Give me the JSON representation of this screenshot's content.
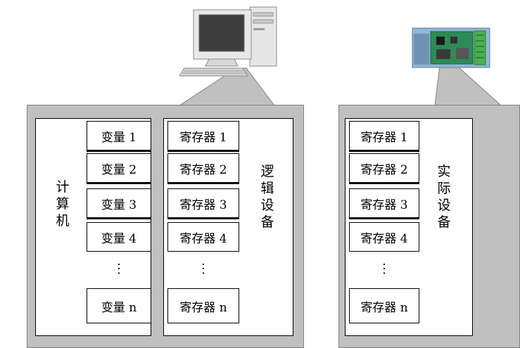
{
  "left": {
    "computer_label": [
      "计",
      "算",
      "机"
    ],
    "variables": [
      "变量 1",
      "变量 2",
      "变量 3",
      "变量 4"
    ],
    "variables_last": "变量 n",
    "registers": [
      "寄存器 1",
      "寄存器 2",
      "寄存器 3",
      "寄存器 4"
    ],
    "registers_last": "寄存器 n",
    "logic_device_label": [
      "逻",
      "辑",
      "设",
      "备"
    ]
  },
  "right": {
    "registers": [
      "寄存器 1",
      "寄存器 2",
      "寄存器 3",
      "寄存器 4"
    ],
    "registers_last": "寄存器 n",
    "real_device_label": [
      "实",
      "际",
      "设",
      "备"
    ]
  },
  "ellipsis": "⋮",
  "colors": {
    "panel": "#c0c0c0",
    "box": "#ffffff",
    "outline": "#000000",
    "device_board": "#2e8b57"
  },
  "icons": [
    "desktop-computer-icon",
    "io-device-board-icon"
  ]
}
